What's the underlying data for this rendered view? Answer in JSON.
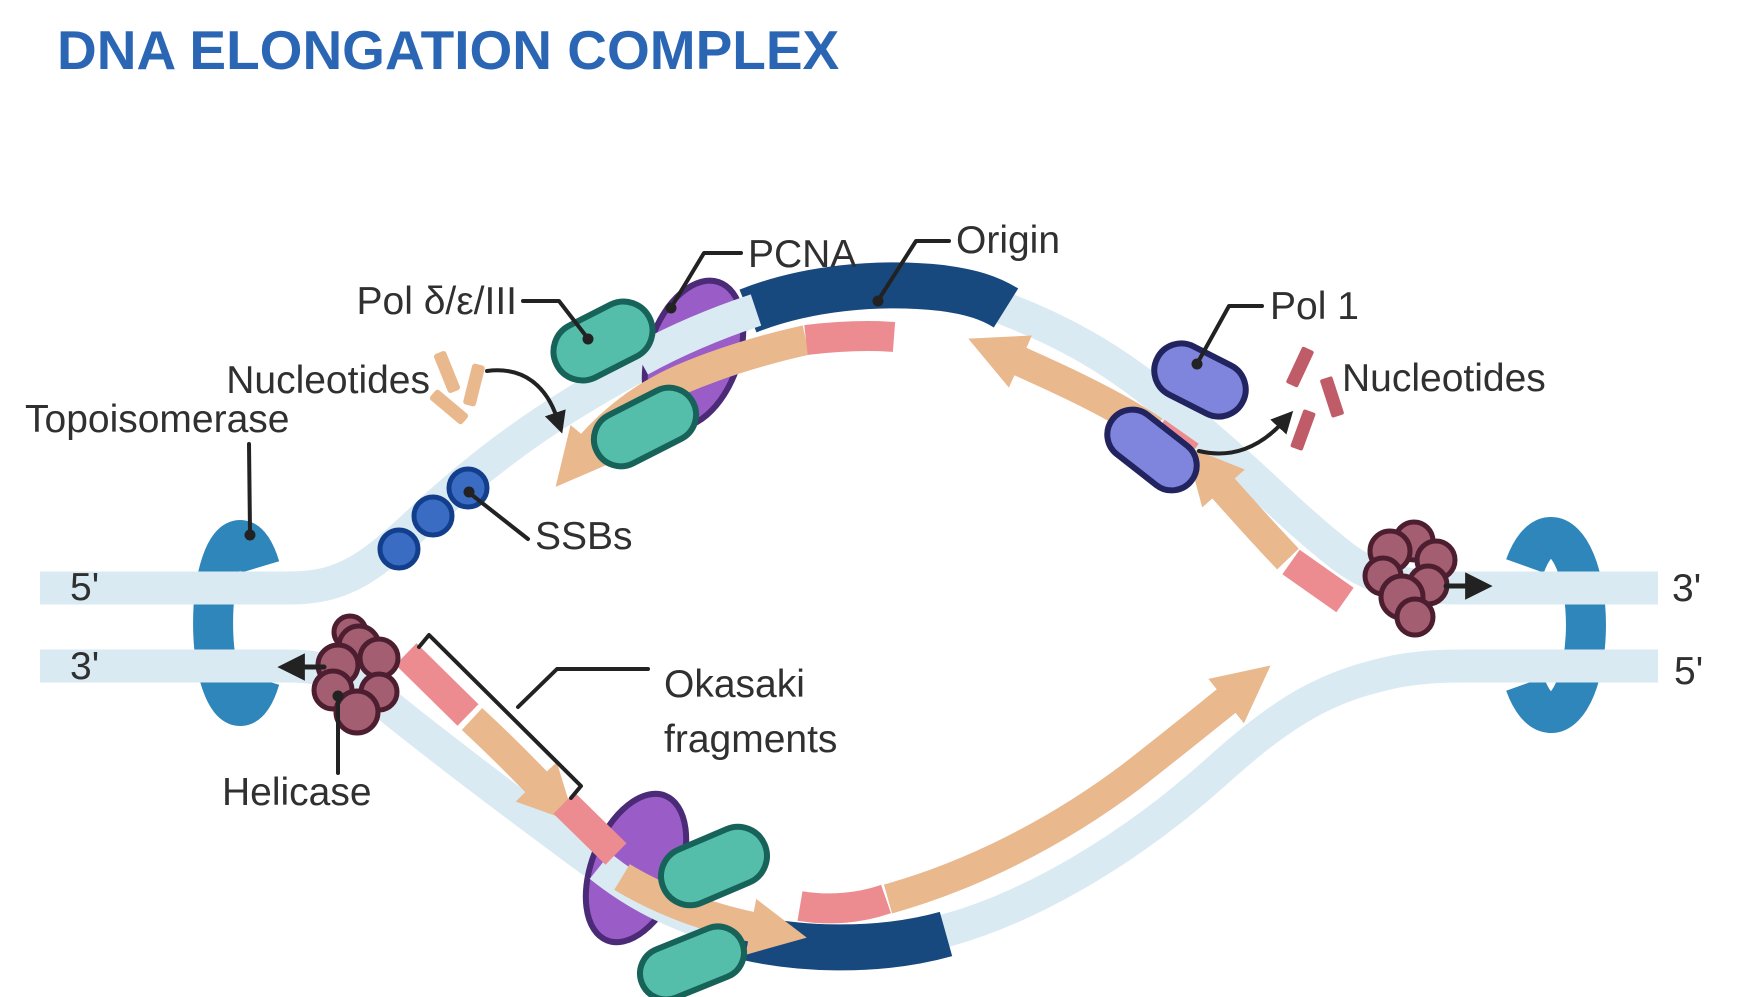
{
  "title": "DNA ELONGATION COMPLEX",
  "labels": {
    "pol_delta": "Pol δ/ε/III",
    "pcna": "PCNA",
    "origin": "Origin",
    "pol1": "Pol 1",
    "nucleotides_left": "Nucleotides",
    "nucleotides_right": "Nucleotides",
    "topoisomerase": "Topoisomerase",
    "ssbs": "SSBs",
    "helicase": "Helicase",
    "okasaki_line1": "Okasaki",
    "okasaki_line2": "fragments",
    "five_prime_left": "5'",
    "three_prime_left": "3'",
    "three_prime_right": "3'",
    "five_prime_right": "5'"
  },
  "colors": {
    "title_blue": "#2B66B5",
    "text_color": "#303030",
    "annotation": "#222222",
    "strand": "#D9EAF3",
    "origin_navy": "#18497E",
    "primer_salmon": "#ED8C90",
    "nascent_tan": "#E9B88D",
    "nucleotide_red": "#C05B68",
    "teal_fill": "#55BEAA",
    "teal_stroke": "#17635A",
    "pcna_fill": "#9A5CC6",
    "pcna_stroke": "#4B2B78",
    "pol1_fill": "#7F84DC",
    "pol1_stroke": "#22245F",
    "helicase_fill": "#A35E72",
    "helicase_stroke": "#4D1E30",
    "ssb_fill": "#3A6CC4",
    "ssb_stroke": "#123E8C",
    "topo_blue": "#2E86BA"
  }
}
